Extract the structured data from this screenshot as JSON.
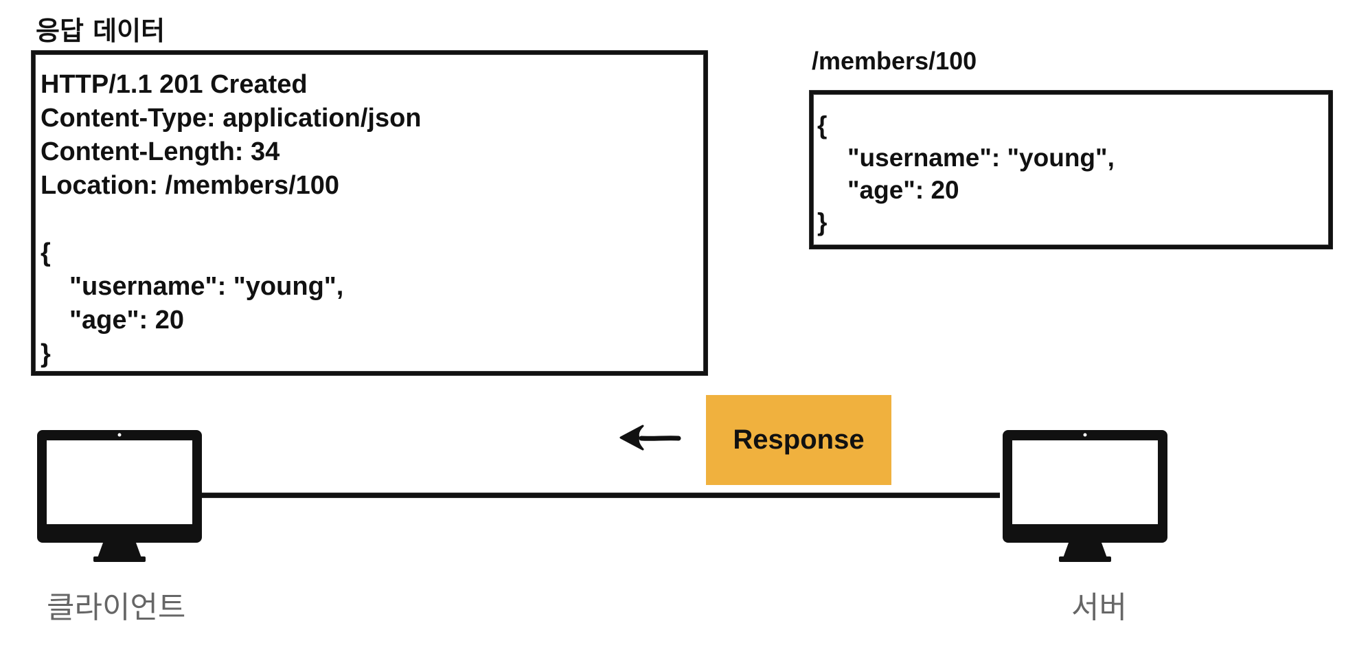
{
  "section_title": "응답 데이터",
  "response_message": {
    "lines": [
      {
        "text": "HTTP/1.1 201 Created"
      },
      {
        "text": "Content-Type: application/json"
      },
      {
        "text": "Content-Length: 34"
      },
      {
        "label": "Location: ",
        "value": "/members/100"
      },
      {
        "text": ""
      },
      {
        "text": "{"
      },
      {
        "text": "\"username\": \"young\","
      },
      {
        "text": "\"age\": 20"
      },
      {
        "text": "}"
      }
    ]
  },
  "resource": {
    "path": "/members/100",
    "lines": [
      {
        "text": "{"
      },
      {
        "text": "\"username\": \"young\","
      },
      {
        "text": "\"age\": 20"
      },
      {
        "text": "}"
      }
    ]
  },
  "message_badge": {
    "label": "Response",
    "color": "#f0b13e"
  },
  "direction": {
    "icon": "arrow-left-icon"
  },
  "nodes": {
    "client": {
      "label": "클라이언트",
      "icon": "monitor-icon"
    },
    "server": {
      "label": "서버",
      "icon": "monitor-icon"
    }
  },
  "colors": {
    "ink": "#111111",
    "node_label": "#666666",
    "badge": "#f0b13e"
  }
}
